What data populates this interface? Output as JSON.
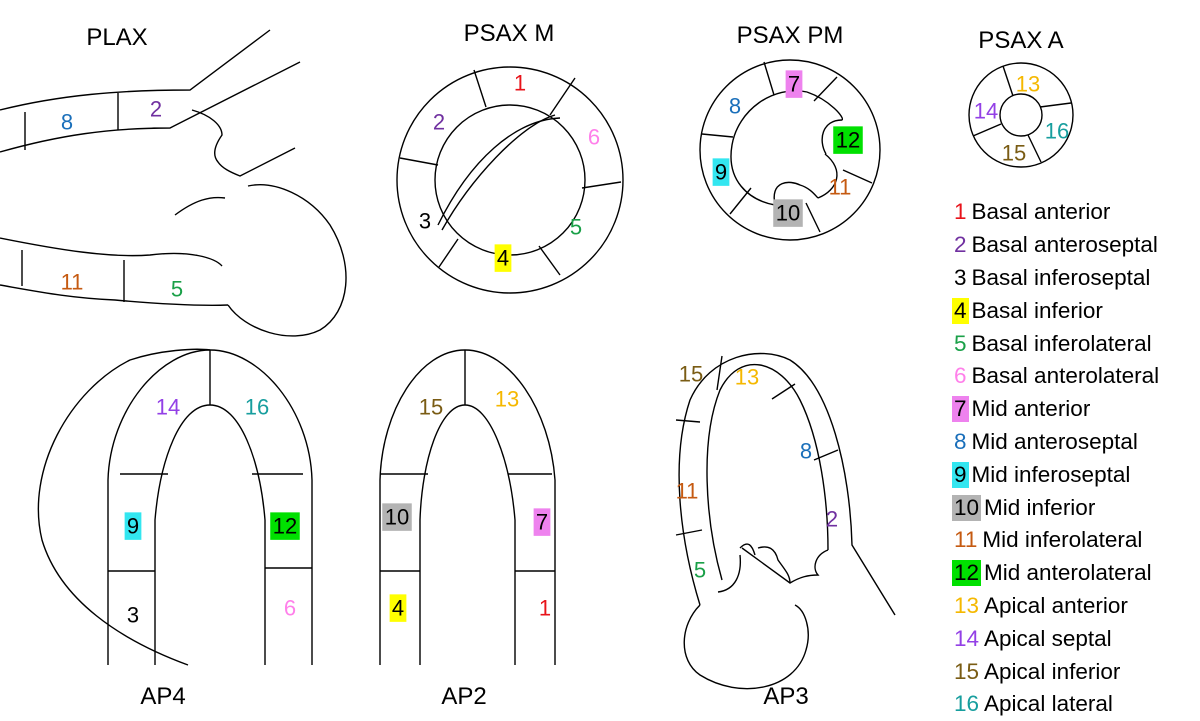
{
  "titles": {
    "plax": "PLAX",
    "psax_m": "PSAX M",
    "psax_pm": "PSAX PM",
    "psax_a": "PSAX A",
    "ap4": "AP4",
    "ap2": "AP2",
    "ap3": "AP3"
  },
  "segments": [
    {
      "n": "1",
      "label": "Basal anterior",
      "color": "#e8131a",
      "bg": ""
    },
    {
      "n": "2",
      "label": "Basal anteroseptal",
      "color": "#7030a0",
      "bg": ""
    },
    {
      "n": "3",
      "label": "Basal inferoseptal",
      "color": "#000000",
      "bg": ""
    },
    {
      "n": "4",
      "label": "Basal inferior",
      "color": "#000000",
      "bg": "#ffff00"
    },
    {
      "n": "5",
      "label": "Basal inferolateral",
      "color": "#1aa048",
      "bg": ""
    },
    {
      "n": "6",
      "label": "Basal anterolateral",
      "color": "#ff80ea",
      "bg": ""
    },
    {
      "n": "7",
      "label": "Mid anterior",
      "color": "#000000",
      "bg": "#ee82ee"
    },
    {
      "n": "8",
      "label": "Mid anteroseptal",
      "color": "#1a6fba",
      "bg": ""
    },
    {
      "n": "9",
      "label": "Mid inferoseptal",
      "color": "#000000",
      "bg": "#33e6f0"
    },
    {
      "n": "10",
      "label": "Mid inferior",
      "color": "#000000",
      "bg": "#b3b3b3"
    },
    {
      "n": "11",
      "label": "Mid inferolateral",
      "color": "#c55a11",
      "bg": ""
    },
    {
      "n": "12",
      "label": "Mid anterolateral",
      "color": "#000000",
      "bg": "#00e000"
    },
    {
      "n": "13",
      "label": "Apical anterior",
      "color": "#f5b800",
      "bg": ""
    },
    {
      "n": "14",
      "label": "Apical septal",
      "color": "#9340e6",
      "bg": ""
    },
    {
      "n": "15",
      "label": "Apical inferior",
      "color": "#7a5c14",
      "bg": ""
    },
    {
      "n": "16",
      "label": "Apical lateral",
      "color": "#179e9e",
      "bg": ""
    }
  ]
}
